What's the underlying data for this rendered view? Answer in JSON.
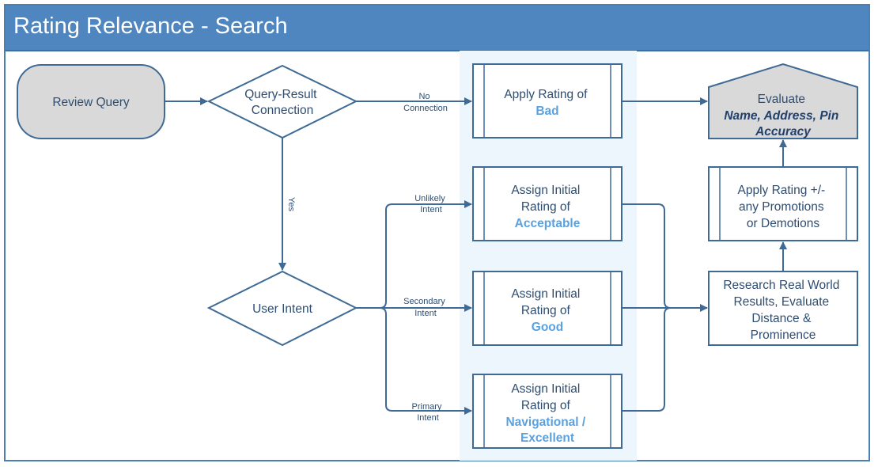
{
  "title": "Rating Relevance - Search",
  "nodes": {
    "review_query": "Review Query",
    "connection": [
      "Query-Result",
      "Connection"
    ],
    "user_intent": "User Intent",
    "bad": [
      "Apply Rating of",
      "Bad"
    ],
    "acceptable": [
      "Assign Initial",
      "Rating of",
      "Acceptable"
    ],
    "good": [
      "Assign Initial",
      "Rating of",
      "Good"
    ],
    "excellent": [
      "Assign Initial",
      "Rating of",
      "Navigational /",
      "Excellent"
    ],
    "evaluate": [
      "Evaluate",
      "Name, Address, Pin",
      "Accuracy"
    ],
    "apply_rating": [
      "Apply Rating +/-",
      "any Promotions",
      "or Demotions"
    ],
    "research": [
      "Research Real World",
      "Results, Evaluate",
      "Distance &",
      "Prominence"
    ]
  },
  "edges": {
    "no_connection": [
      "No",
      "Connection"
    ],
    "yes": "Yes",
    "unlikely": [
      "Unlikely",
      "Intent"
    ],
    "secondary": [
      "Secondary",
      "Intent"
    ],
    "primary": [
      "Primary",
      "Intent"
    ]
  }
}
